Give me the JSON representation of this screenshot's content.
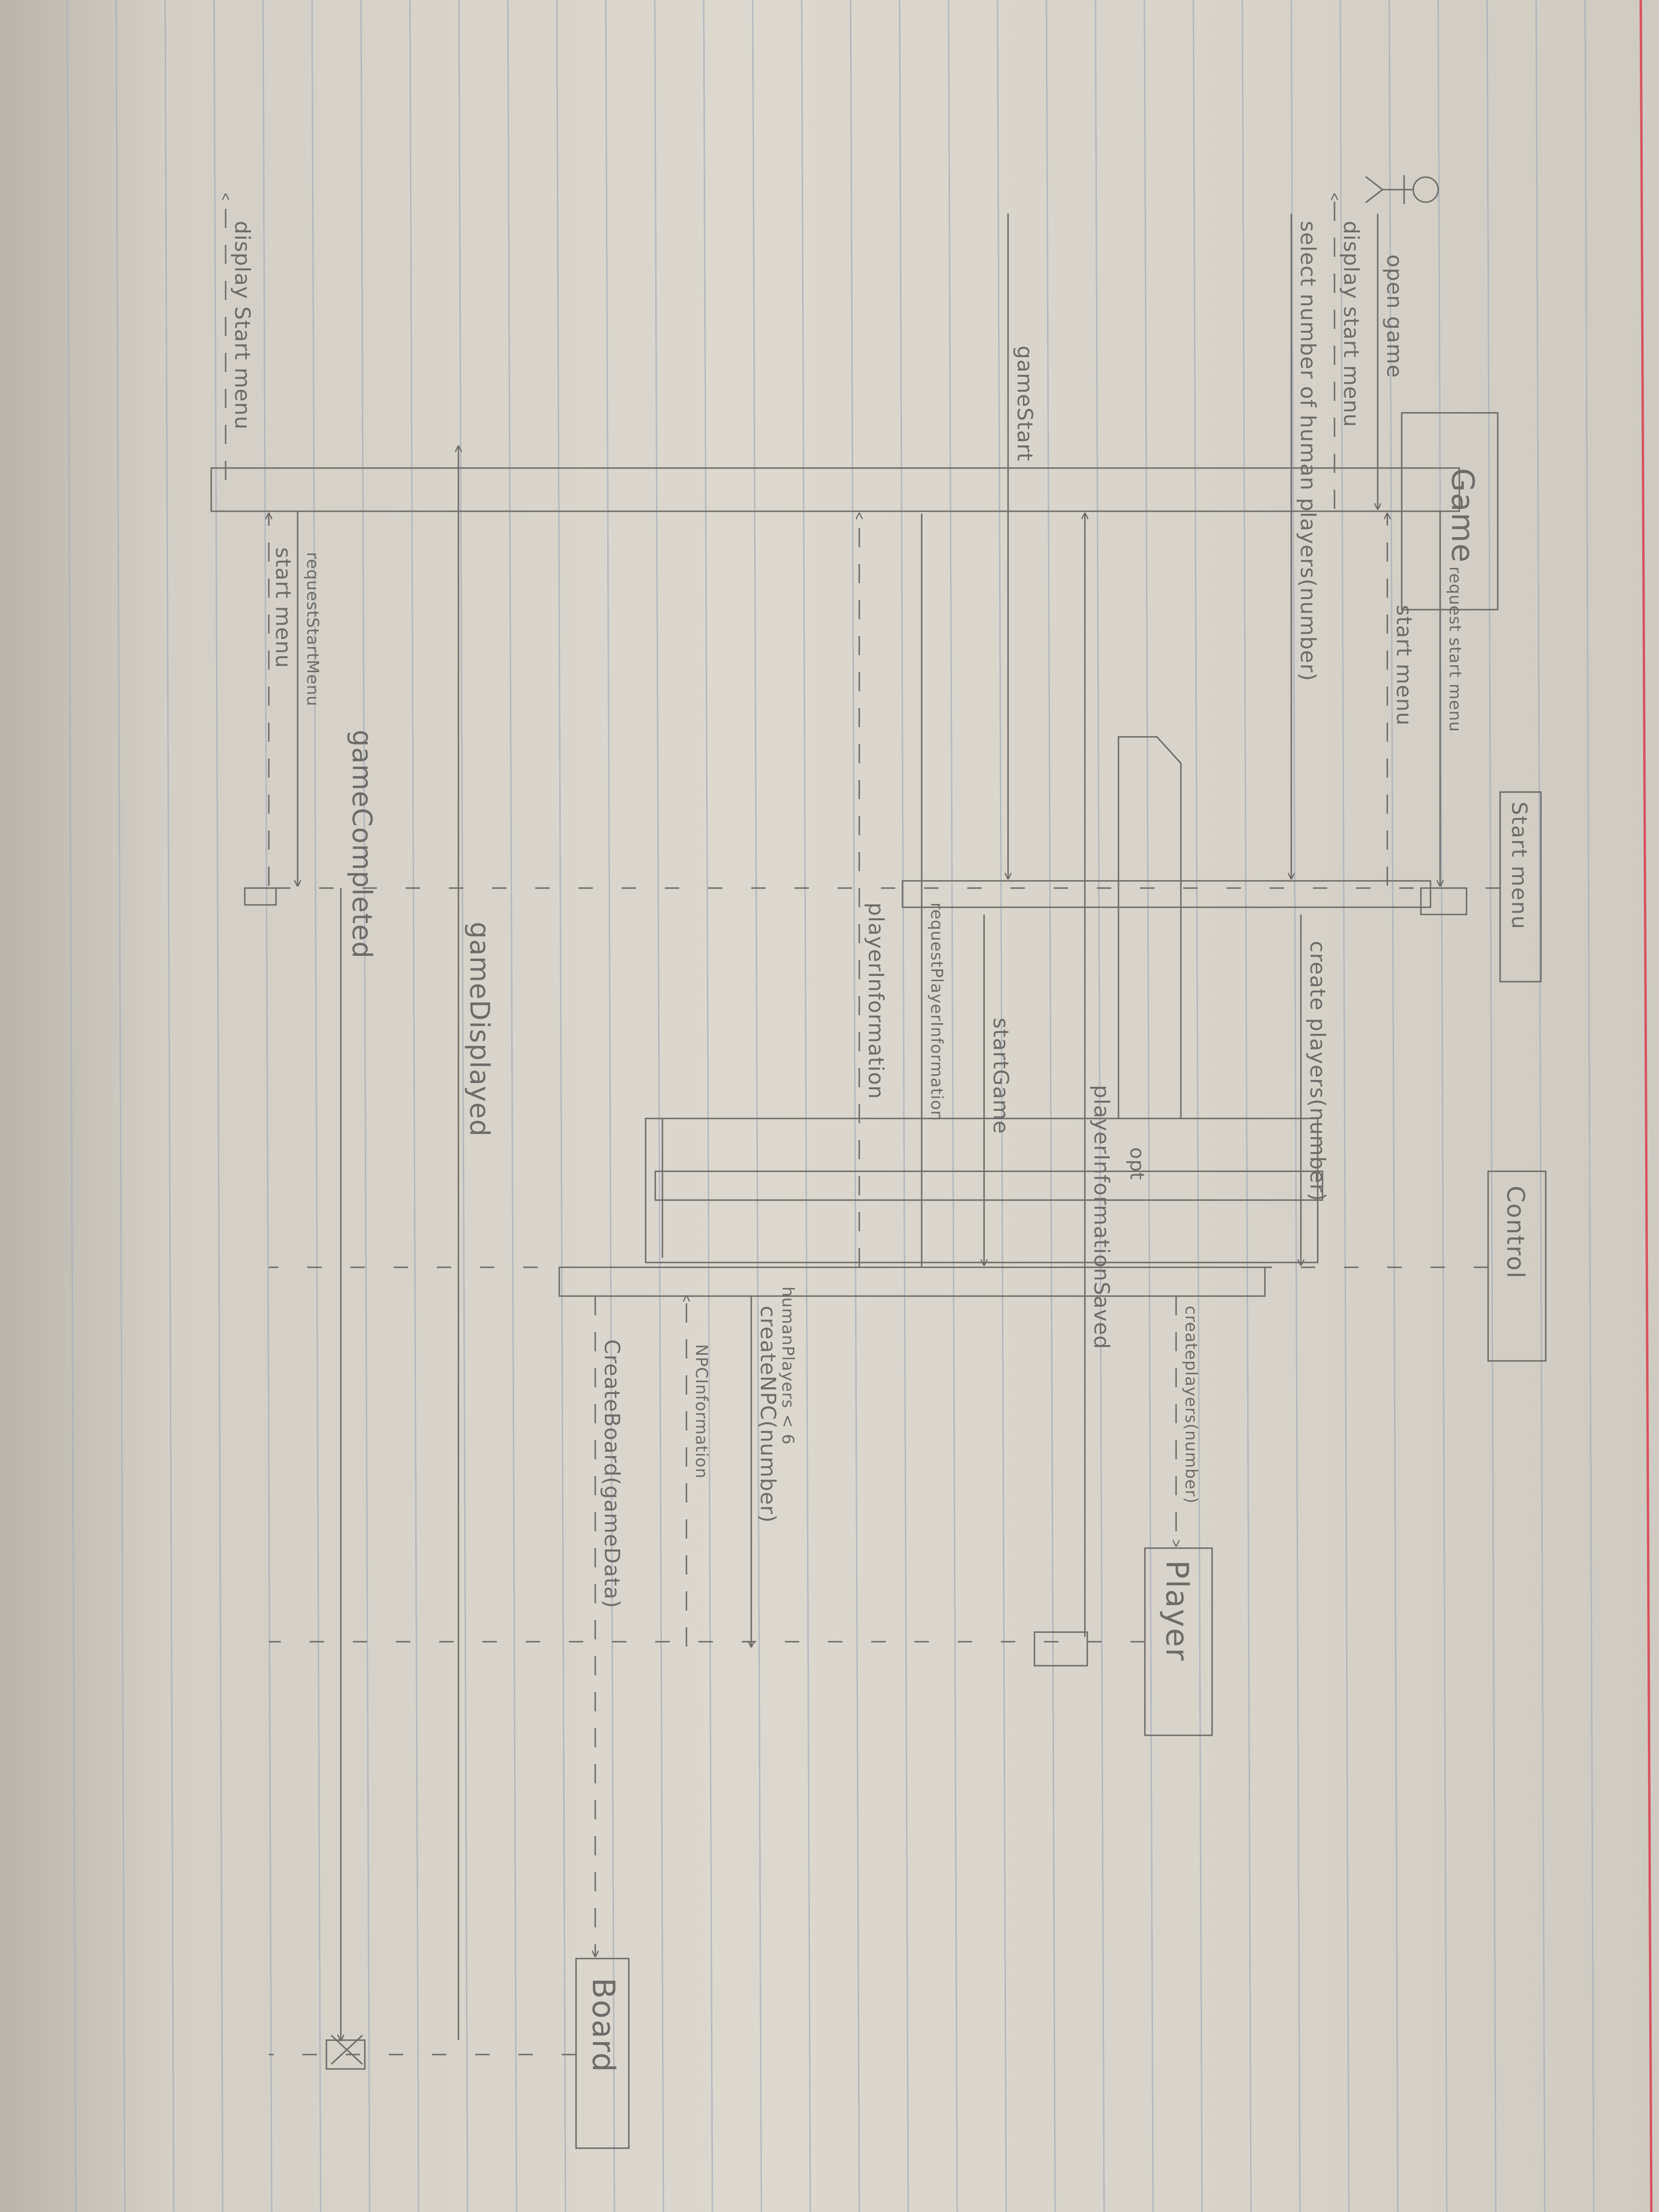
{
  "participants": {
    "game": "Game",
    "start_menu": "Start menu",
    "control": "Control",
    "player": "Player",
    "board": "Board"
  },
  "messages": {
    "open_game": "open game",
    "display_start_menu": "display start menu",
    "select_number": "select number of human players(number)",
    "game_start": "gameStart",
    "display_start_menu_2": "display Start menu",
    "request_start_menu": "request start menu",
    "start_menu_return": "start menu",
    "request_start_menu_2": "requestStartMenu",
    "start_menu_return_2": "start menu",
    "game_completed": "gameCompleted",
    "game_displayed": "gameDisplayed",
    "create_players": "create players(number)",
    "start_game": "startGame",
    "request_player_information": "requestPlayerInformation",
    "player_information": "playerInformation",
    "player_information_saved": "playerInformationSaved",
    "create_players_2": "createplayers(number)",
    "opt": "opt",
    "human_players_guard": "humanPlayers < 6",
    "create_npc": "createNPC(number)",
    "npc_information": "NPCInformation",
    "create_board": "CreateBoard(gameData)"
  },
  "colors": {
    "pencil": "#6e6c69",
    "rule_line": "#a9b2bd",
    "margin_line": "#d9525e"
  }
}
